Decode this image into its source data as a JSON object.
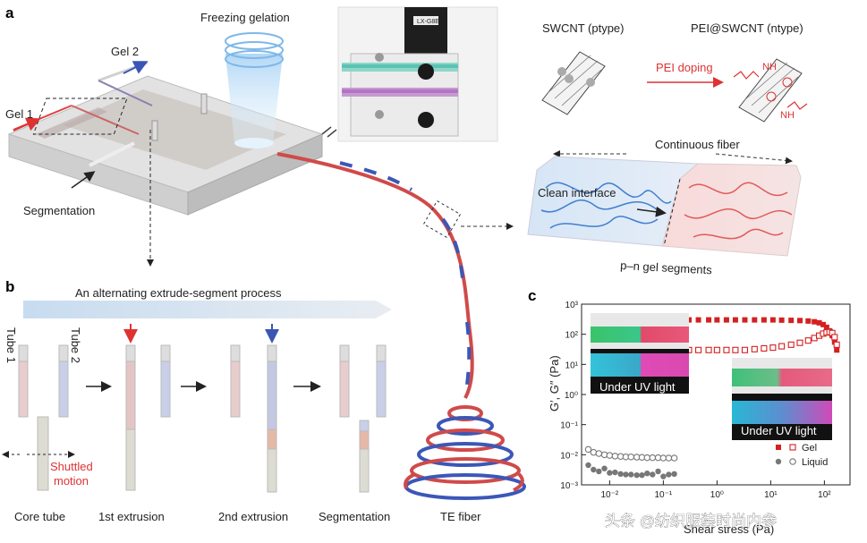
{
  "panel_a": {
    "letter": "a",
    "freezing_gelation": "Freezing gelation",
    "gel1": "Gel 1",
    "gel2": "Gel 2",
    "segmentation": "Segmentation",
    "swcnt_label": "SWCNT (ptype)",
    "pei_swcnt_label": "PEI@SWCNT (ntype)",
    "pei_doping": "PEI doping",
    "continuous_fiber": "Continuous fiber",
    "clean_interface": "Clean interface",
    "pn_segments": "p–n gel segments",
    "nh_1": "NH",
    "nh_2": "NH",
    "photo_text": "LX-G8E"
  },
  "panel_b": {
    "letter": "b",
    "process_title": "An alternating extrude-segment process",
    "tube1": "Tube 1",
    "tube2": "Tube 2",
    "shuttled_motion": "Shuttled\nmotion",
    "core_tube": "Core tube",
    "first_extrusion": "1st extrusion",
    "second_extrusion": "2nd extrusion",
    "segmentation": "Segmentation",
    "te_fiber": "TE fiber"
  },
  "panel_c": {
    "letter": "c",
    "inset_text_1": "Under UV light",
    "inset_text_2": "Under UV light",
    "chart_data": {
      "type": "scatter",
      "title": "",
      "xlabel": "Shear stress (Pa)",
      "ylabel": "G′, G″ (Pa)",
      "xscale": "log",
      "yscale": "log",
      "xlim": [
        0.003,
        300
      ],
      "ylim": [
        0.001,
        1000
      ],
      "x_ticks": [
        "10⁻²",
        "10⁻¹",
        "10⁰",
        "10¹",
        "10²"
      ],
      "y_ticks": [
        "10³",
        "10²",
        "10¹",
        "10⁰",
        "10⁻¹",
        "10⁻²",
        "10⁻³"
      ],
      "legend_placement": "bottom-right",
      "legend": [
        {
          "marker": "filled-square",
          "color": "#d42020",
          "label": ""
        },
        {
          "marker": "open-square",
          "color": "#d42020",
          "label": "Gel"
        },
        {
          "marker": "filled-circle",
          "color": "#777777",
          "label": ""
        },
        {
          "marker": "open-circle",
          "color": "#777777",
          "label": "Liquid"
        }
      ],
      "series": [
        {
          "marker": "filled-square",
          "color": "#d42020",
          "x": [
            0.3,
            0.45,
            0.7,
            1,
            1.5,
            2.2,
            3.3,
            5,
            7.5,
            11,
            16,
            24,
            35,
            50,
            65,
            80,
            95,
            110,
            125,
            140,
            155,
            170
          ],
          "y": [
            300,
            300,
            300,
            300,
            300,
            300,
            300,
            300,
            300,
            300,
            295,
            290,
            285,
            275,
            260,
            240,
            210,
            170,
            130,
            90,
            55,
            30
          ]
        },
        {
          "marker": "open-square",
          "color": "#d42020",
          "x": [
            0.3,
            0.45,
            0.7,
            1,
            1.5,
            2.2,
            3.3,
            5,
            7.5,
            11,
            16,
            24,
            35,
            50,
            65,
            80,
            95,
            110,
            125,
            140,
            155,
            170
          ],
          "y": [
            30,
            30,
            30,
            30,
            30,
            30,
            30,
            32,
            34,
            36,
            40,
            45,
            52,
            62,
            75,
            90,
            105,
            115,
            118,
            110,
            80,
            45
          ]
        },
        {
          "marker": "open-circle",
          "color": "#777777",
          "x": [
            0.004,
            0.005,
            0.0063,
            0.008,
            0.01,
            0.0126,
            0.016,
            0.02,
            0.025,
            0.032,
            0.04,
            0.05,
            0.063,
            0.08,
            0.1,
            0.126,
            0.16
          ],
          "y": [
            0.015,
            0.012,
            0.011,
            0.01,
            0.0095,
            0.009,
            0.0088,
            0.0085,
            0.0085,
            0.0083,
            0.0082,
            0.008,
            0.008,
            0.008,
            0.0078,
            0.0078,
            0.0078
          ]
        },
        {
          "marker": "filled-circle",
          "color": "#777777",
          "x": [
            0.004,
            0.005,
            0.0063,
            0.008,
            0.01,
            0.0126,
            0.016,
            0.02,
            0.025,
            0.032,
            0.04,
            0.05,
            0.063,
            0.08,
            0.1,
            0.126,
            0.16
          ],
          "y": [
            0.0045,
            0.0032,
            0.0028,
            0.0035,
            0.0025,
            0.0026,
            0.0023,
            0.0022,
            0.0022,
            0.0021,
            0.0021,
            0.0024,
            0.0022,
            0.0028,
            0.0019,
            0.0022,
            0.0023
          ]
        }
      ]
    }
  },
  "watermark": "头条 @纺织服装时尚内参"
}
